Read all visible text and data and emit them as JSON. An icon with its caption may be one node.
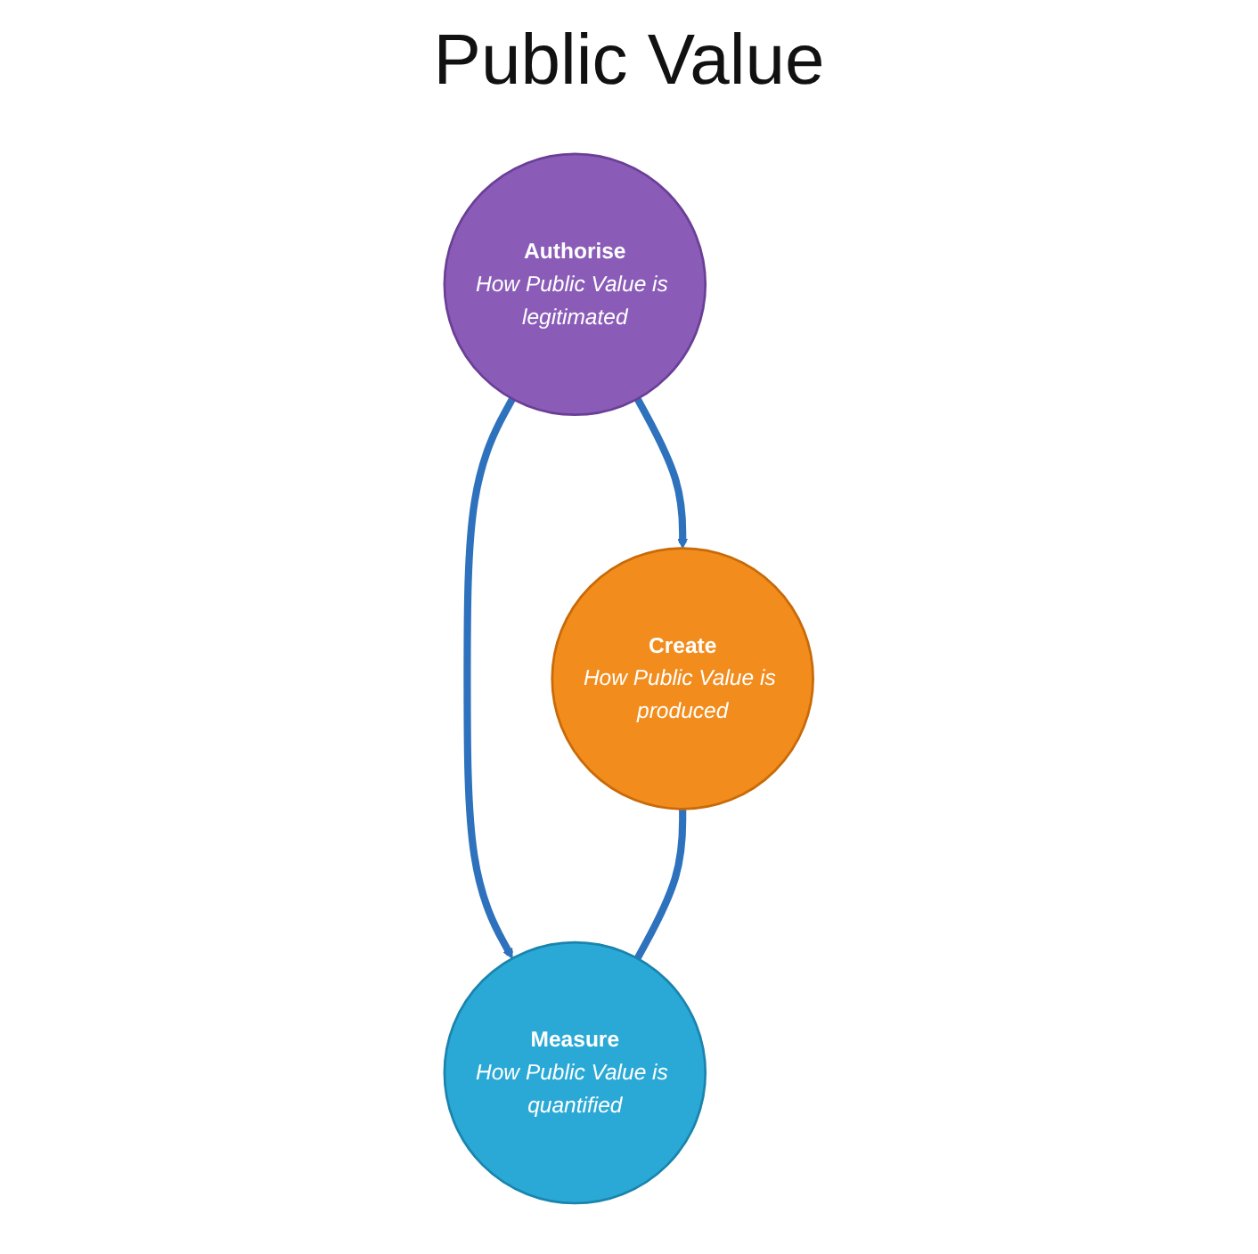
{
  "diagram": {
    "nodes": [
      {
        "text": [
          "Authorise",
          "How Public Value is legitimated"
        ]
      },
      {
        "text": [
          "Create",
          "How Public Value is produced"
        ]
      },
      {
        "text": [
          "Measure",
          "How Public Value is quantified"
        ]
      }
    ],
    "edges": [
      {
        "from": 0,
        "to": 2,
        "arrow": "to"
      },
      {
        "from": 0,
        "to": 1,
        "arrow": "to"
      },
      {
        "from": 1,
        "to": 2,
        "arrow": "none"
      }
    ],
    "labels": [
      "Public Value"
    ]
  }
}
